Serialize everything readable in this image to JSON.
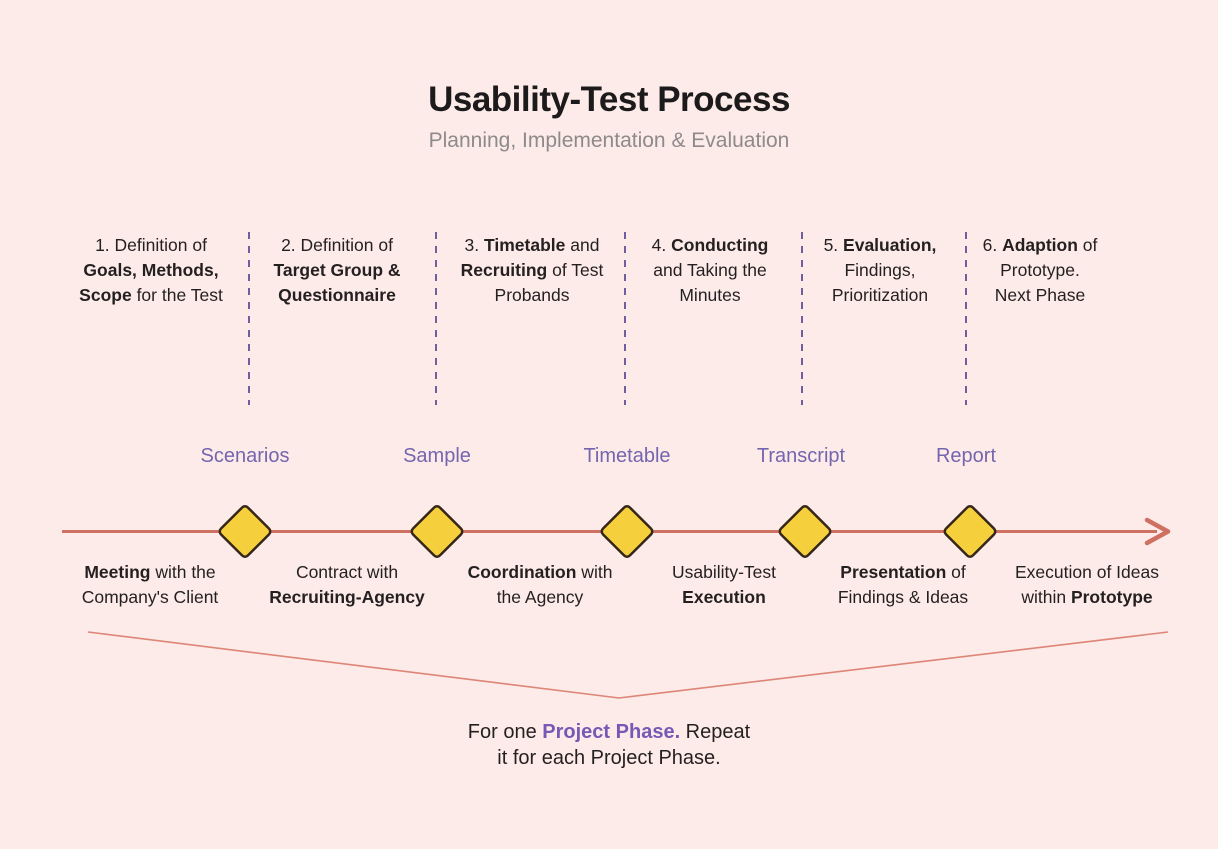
{
  "title": "Usability-Test Process",
  "subtitle": "Planning, Implementation & Evaluation",
  "colors": {
    "background": "#fcebe8",
    "title_text": "#1c1a1a",
    "subtitle_text": "#8e8a8c",
    "body_text": "#241f20",
    "milestone_label_purple": "#7565ae",
    "caption_purple": "#7659b5",
    "divider_purple": "#6f5f9c",
    "timeline_red": "#ce7062",
    "bracket_red": "#de8577",
    "diamond_fill": "#f6cf3d",
    "diamond_stroke": "#342619"
  },
  "phases": [
    {
      "lines": [
        [
          {
            "t": "1. Definition of"
          }
        ],
        [
          {
            "t": "Goals, Methods,",
            "b": true
          }
        ],
        [
          {
            "t": "Scope",
            "b": true
          },
          {
            "t": " for the Test"
          }
        ]
      ]
    },
    {
      "lines": [
        [
          {
            "t": "2. Definition of"
          }
        ],
        [
          {
            "t": "Target Group &",
            "b": true
          }
        ],
        [
          {
            "t": "Questionnaire",
            "b": true
          }
        ]
      ]
    },
    {
      "lines": [
        [
          {
            "t": "3. "
          },
          {
            "t": "Timetable",
            "b": true
          },
          {
            "t": " and"
          }
        ],
        [
          {
            "t": "Recruiting",
            "b": true
          },
          {
            "t": " of Test"
          }
        ],
        [
          {
            "t": "Probands"
          }
        ]
      ]
    },
    {
      "lines": [
        [
          {
            "t": "4. "
          },
          {
            "t": "Conducting",
            "b": true
          }
        ],
        [
          {
            "t": "and Taking the"
          }
        ],
        [
          {
            "t": "Minutes"
          }
        ]
      ]
    },
    {
      "lines": [
        [
          {
            "t": "5. "
          },
          {
            "t": "Evaluation,",
            "b": true
          }
        ],
        [
          {
            "t": "Findings,"
          }
        ],
        [
          {
            "t": "Prioritization"
          }
        ]
      ]
    },
    {
      "lines": [
        [
          {
            "t": "6. "
          },
          {
            "t": "Adaption",
            "b": true
          },
          {
            "t": " of"
          }
        ],
        [
          {
            "t": "Prototype."
          }
        ],
        [
          {
            "t": "Next Phase"
          }
        ]
      ]
    }
  ],
  "milestones": [
    "Scenarios",
    "Sample",
    "Timetable",
    "Transcript",
    "Report"
  ],
  "activities": [
    {
      "lines": [
        [
          {
            "t": "Meeting",
            "b": true
          },
          {
            "t": " with the"
          }
        ],
        [
          {
            "t": "Company's Client"
          }
        ]
      ]
    },
    {
      "lines": [
        [
          {
            "t": "Contract with"
          }
        ],
        [
          {
            "t": "Recruiting-Agency",
            "b": true
          }
        ]
      ]
    },
    {
      "lines": [
        [
          {
            "t": "Coordination",
            "b": true
          },
          {
            "t": " with"
          }
        ],
        [
          {
            "t": "the Agency"
          }
        ]
      ]
    },
    {
      "lines": [
        [
          {
            "t": "Usability-Test"
          }
        ],
        [
          {
            "t": "Execution",
            "b": true
          }
        ]
      ]
    },
    {
      "lines": [
        [
          {
            "t": "Presentation",
            "b": true
          },
          {
            "t": " of"
          }
        ],
        [
          {
            "t": "Findings & Ideas"
          }
        ]
      ]
    },
    {
      "lines": [
        [
          {
            "t": "Execution of Ideas"
          }
        ],
        [
          {
            "t": "within "
          },
          {
            "t": "Prototype",
            "b": true
          }
        ]
      ]
    }
  ],
  "caption": {
    "lines": [
      [
        {
          "t": "For one "
        },
        {
          "t": "Project Phase.",
          "b": true,
          "c": "purple"
        },
        {
          "t": " Repeat"
        }
      ],
      [
        {
          "t": "it for each Project Phase."
        }
      ]
    ]
  }
}
